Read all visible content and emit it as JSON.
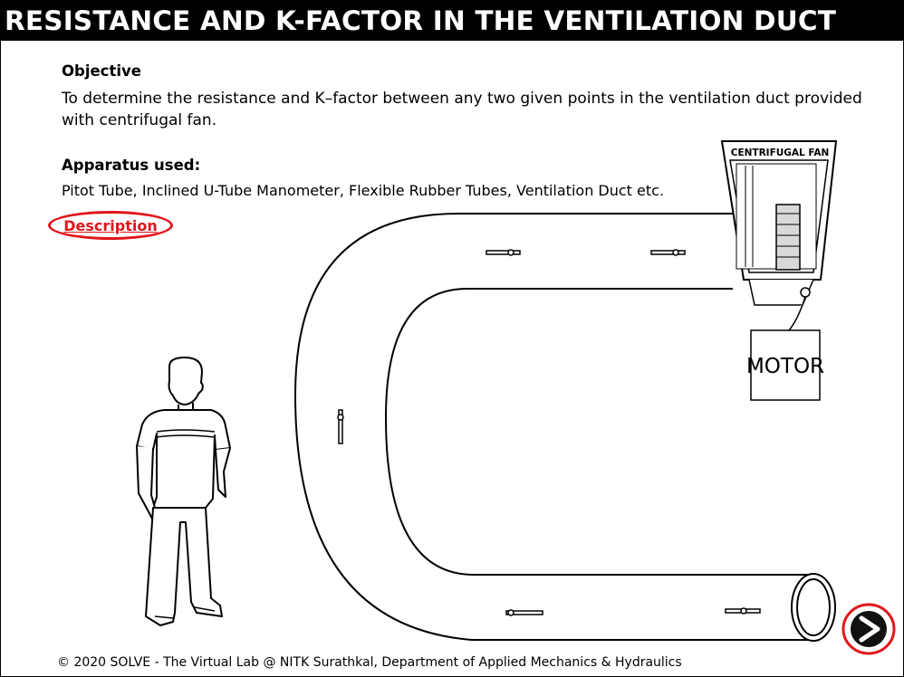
{
  "header": {
    "title": "RESISTANCE AND K-FACTOR IN THE VENTILATION DUCT"
  },
  "objective": {
    "heading": "Objective",
    "text": "To determine the resistance and K–factor between any two given points in the ventilation duct provided with centrifugal fan."
  },
  "apparatus": {
    "heading": "Apparatus used:",
    "text": "Pitot Tube, Inclined U-Tube Manometer, Flexible Rubber Tubes, Ventilation Duct etc."
  },
  "description_link": {
    "label": "Description"
  },
  "diagram": {
    "fan_label": "CENTRIFUGAL FAN",
    "motor_label": "MOTOR"
  },
  "footer": {
    "copyright": "© 2020 SOLVE - The Virtual Lab @ NITK Surathkal, Department of Applied Mechanics & Hydraulics"
  },
  "colors": {
    "accent": "#e0161b",
    "title_bg": "#000000",
    "title_fg": "#ffffff"
  },
  "icons": {
    "next": "next-arrow-icon"
  }
}
